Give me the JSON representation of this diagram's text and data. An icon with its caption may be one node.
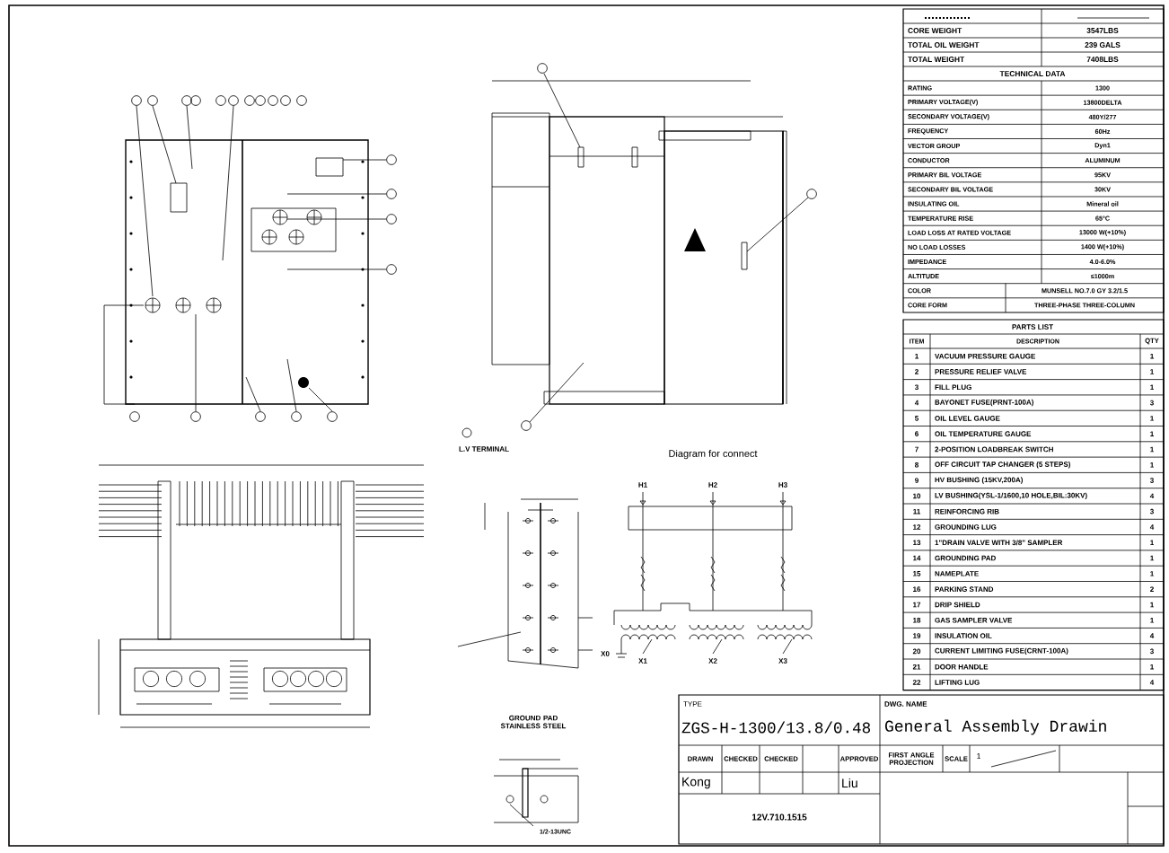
{
  "diagram": {
    "labels": [
      "CORE WEIGHT",
      "3547LBS",
      "TOTAL OIL WEIGHT",
      "239 GALS",
      "TOTAL WEIGHT",
      "7408LBS",
      "TECHNICAL DATA",
      "RATING",
      "1300",
      "PRIMARY VOLTAGE(V)",
      "13800DELTA",
      "SECONDARY VOLTAGE(V)",
      "480Y/277",
      "FREQUENCY",
      "60Hz",
      "VECTOR GROUP",
      "Dyn1",
      "CONDUCTOR",
      "ALUMINUM",
      "PRIMARY BIL VOLTAGE",
      "95KV",
      "SECONDARY BIL VOLTAGE",
      "30KV",
      "INSULATING OIL",
      "Mineral oil",
      "TEMPERATURE RISE",
      "65°C",
      "LOAD LOSS AT RATED VOLTAGE",
      "13000 W(+10%)",
      "NO LOAD LOSSES",
      "1400 W(+10%)",
      "IMPEDANCE",
      "4.0-6.0%",
      "ALTITUDE",
      "≤1000m",
      "COLOR",
      "MUNSELL NO.7.0 GY 3.2/1.5",
      "CORE FORM",
      "THREE-PHASE THREE-COLUMN",
      "PARTS LIST",
      "ITEM",
      "DESCRIPTION",
      "QTY",
      "1",
      "VACUUM PRESSURE GAUGE",
      "1",
      "2",
      "PRESSURE RELIEF VALVE",
      "1",
      "3",
      "FILL PLUG",
      "1",
      "4",
      "BAYONET FUSE(PRNT-100A)",
      "3",
      "5",
      "OIL LEVEL GAUGE",
      "1",
      "6",
      "OIL TEMPERATURE GAUGE",
      "1",
      "7",
      "2-POSITION LOADBREAK SWITCH",
      "1",
      "8",
      "OFF CIRCUIT TAP CHANGER (5 STEPS)",
      "1",
      "9",
      "HV BUSHING (15KV,200A)",
      "3",
      "10",
      "LV BUSHING(YSL-1/1600,10 HOLE,BIL:30KV)",
      "4",
      "11",
      "REINFORCING RIB",
      "3",
      "12",
      "GROUNDING LUG",
      "4",
      "13",
      "1\"DRAIN VALVE WITH 3/8\" SAMPLER",
      "1",
      "14",
      "GROUNDING PAD",
      "1",
      "15",
      "NAMEPLATE",
      "1",
      "16",
      "PARKING STAND",
      "2",
      "17",
      "DRIP SHIELD",
      "1",
      "18",
      "GAS SAMPLER VALVE",
      "1",
      "19",
      "INSULATION OIL",
      "4",
      "20",
      "CURRENT LIMITING FUSE(CRNT-100A)",
      "3",
      "21",
      "DOOR HANDLE",
      "1",
      "22",
      "LIFTING LUG",
      "4",
      "L.V TERMINAL",
      "GROUND PAD STAINLESS STEEL",
      "1/2-13UNC",
      "Diagram for connect",
      "H1",
      "H2",
      "H3",
      "X0",
      "X1",
      "X2",
      "X3",
      "TYPE",
      "ZGS-H-1300/13.8/0.48",
      "DWG. NAME",
      "General Assembly Drawin",
      "DRAWN",
      "CHECKED",
      "CHECKED",
      "APPROVED",
      "FIRST ANGLE PROJECTION",
      "SCALE",
      "1",
      "Kong",
      "Liu",
      "12V.710.1515"
    ]
  }
}
